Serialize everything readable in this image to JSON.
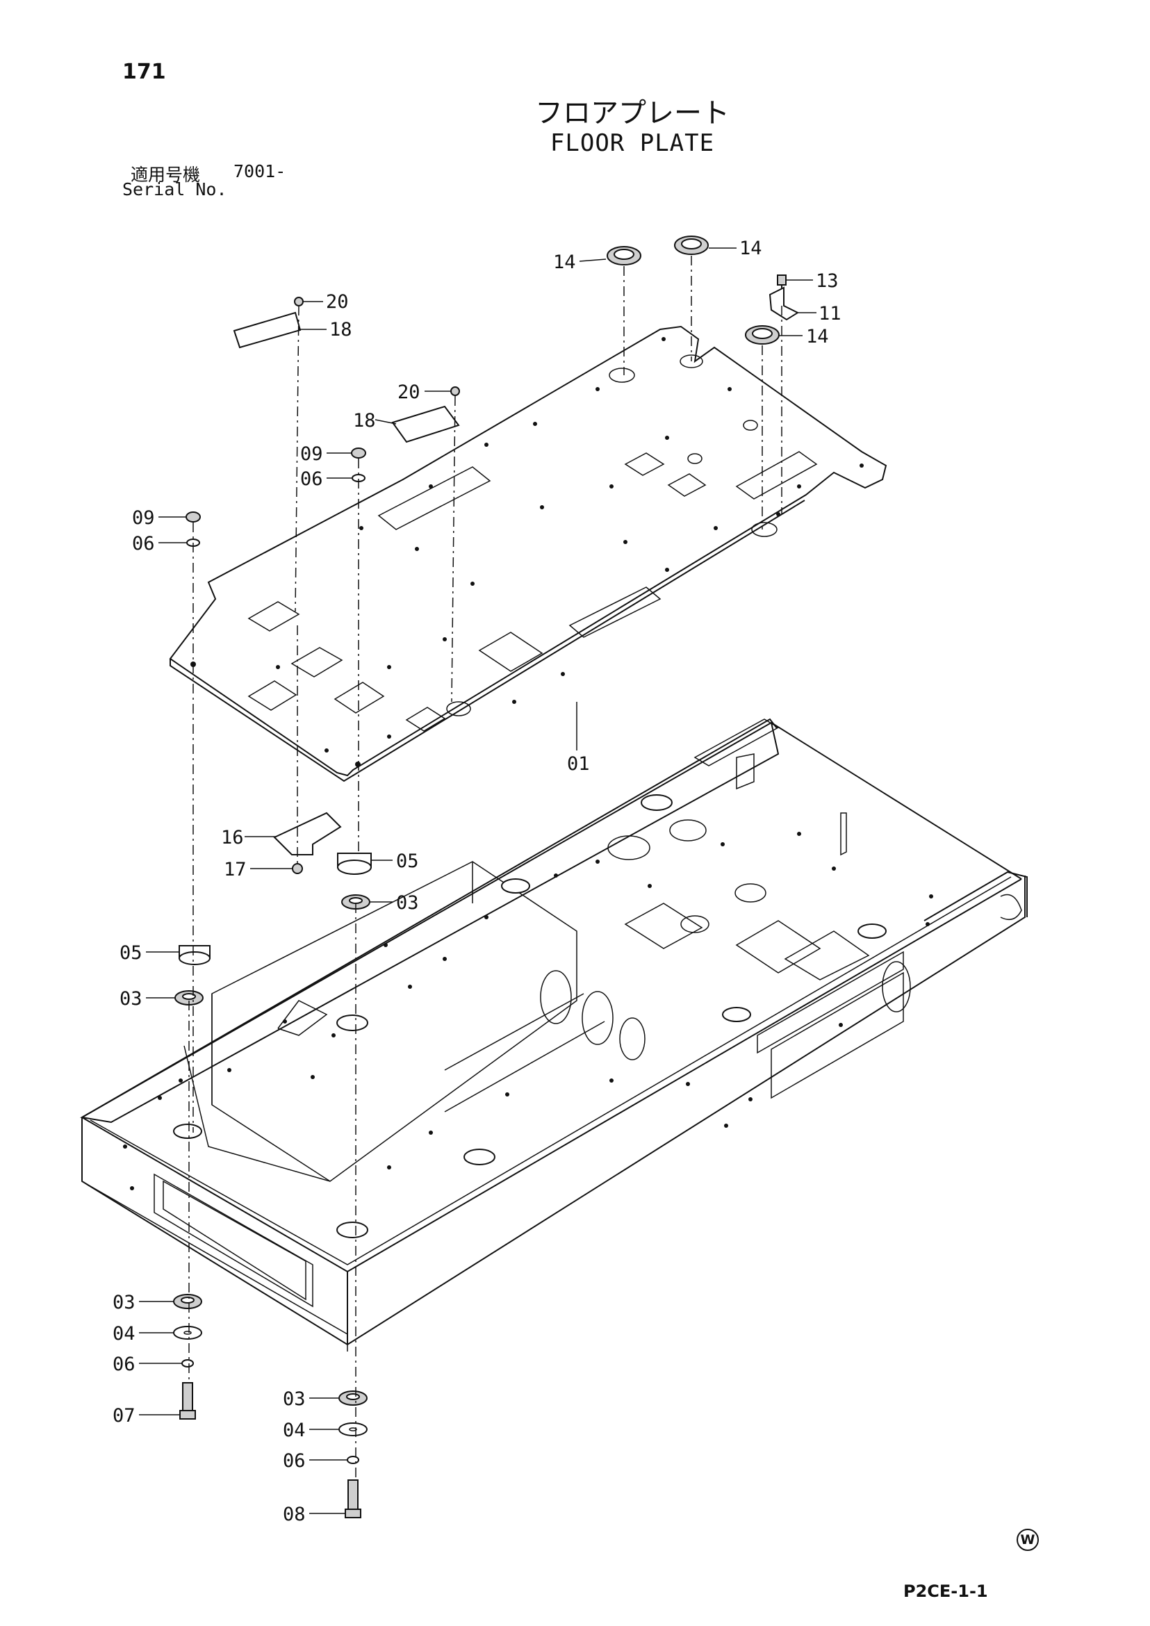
{
  "page_number": "171",
  "title_jp": "フロアプレート",
  "title_en": "FLOOR PLATE",
  "serial": {
    "label_jp": "適用号機",
    "value": "7001-",
    "label_en": "Serial No."
  },
  "drawing_code": "P2CE-1-1",
  "watermark_symbol": "W",
  "callouts": {
    "c14a": "14",
    "c14b": "14",
    "c14c": "14",
    "c13": "13",
    "c11": "11",
    "c20a": "20",
    "c18a": "18",
    "c20b": "20",
    "c18b": "18",
    "c09a": "09",
    "c06a": "06",
    "c09b": "09",
    "c06b": "06",
    "c01": "01",
    "c16": "16",
    "c17": "17",
    "c05a": "05",
    "c05b": "05",
    "c03a": "03",
    "c03b": "03",
    "c03c": "03",
    "c03d": "03",
    "c04a": "04",
    "c04b": "04",
    "c06c": "06",
    "c06d": "06",
    "c07": "07",
    "c08": "08"
  }
}
